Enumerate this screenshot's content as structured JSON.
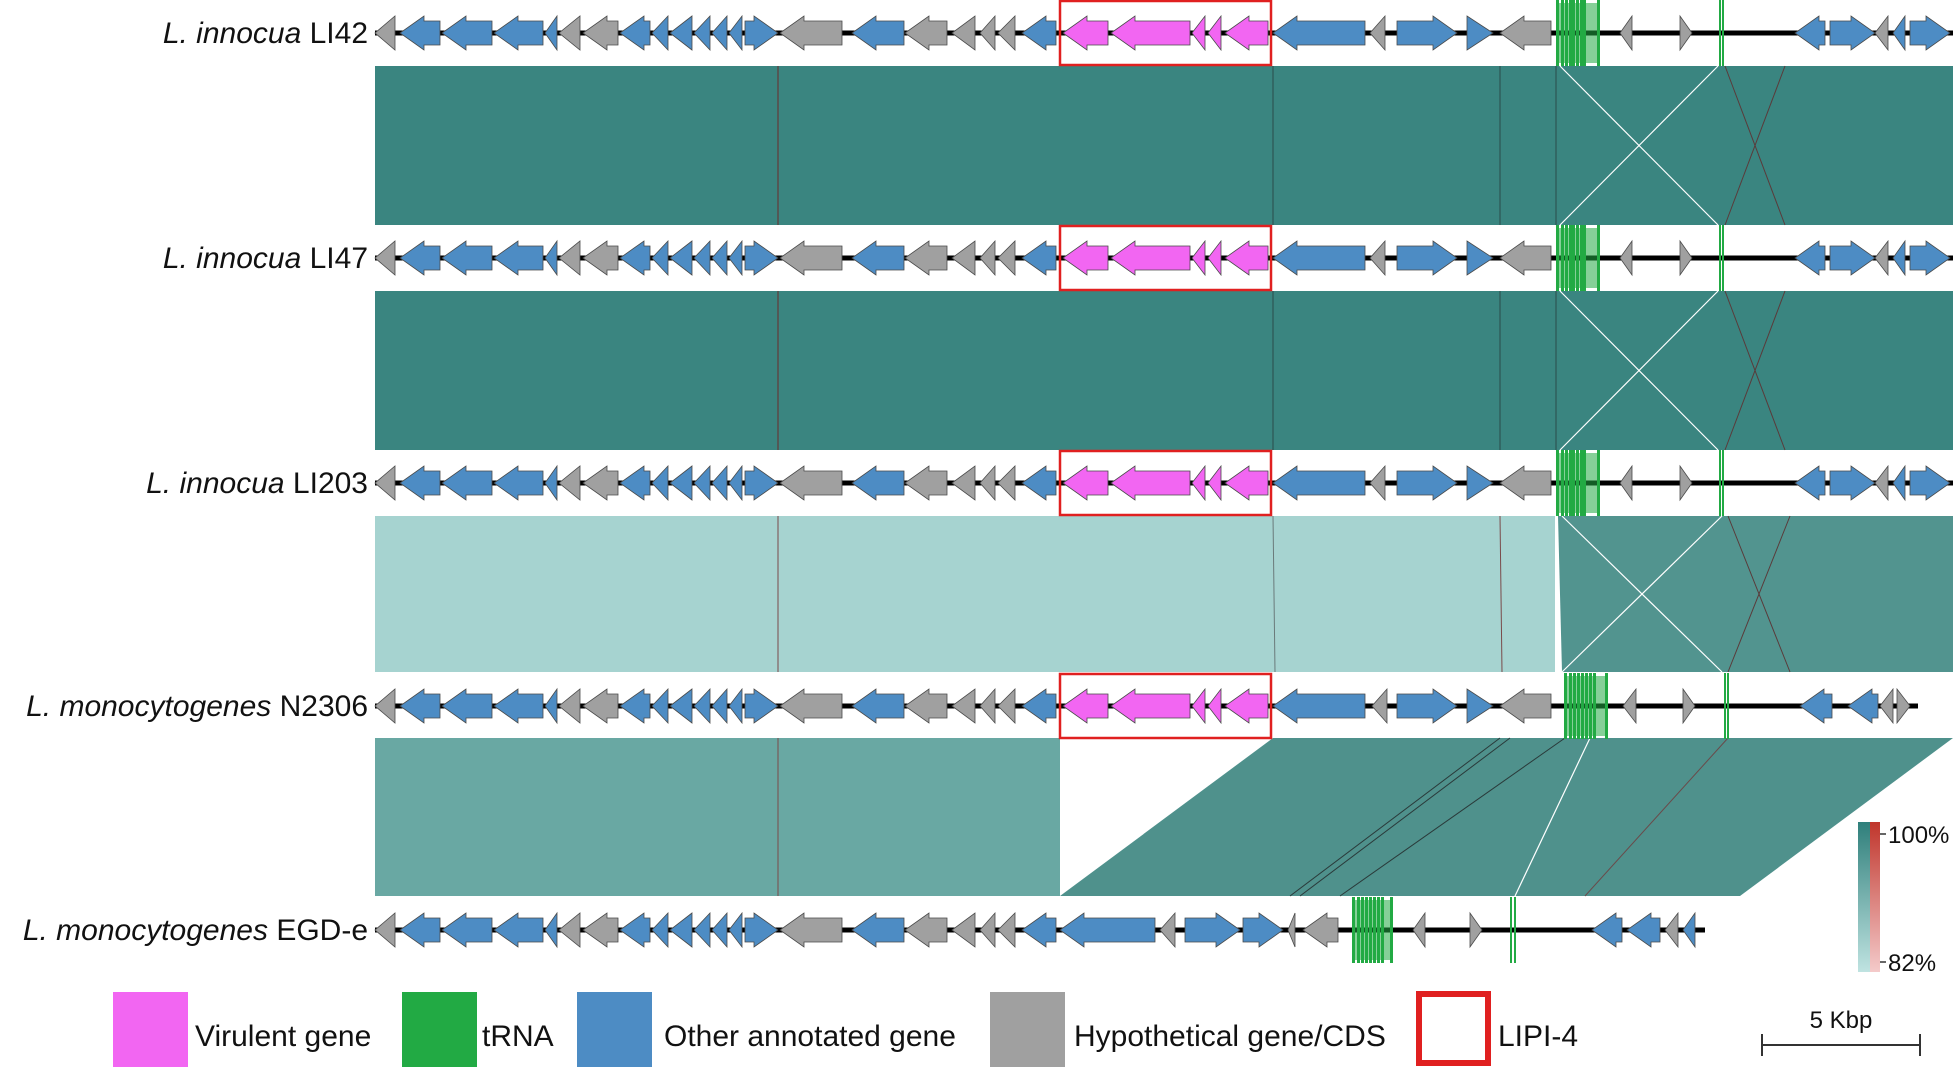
{
  "genomes": [
    {
      "genus": "L. innocua",
      "strain": "LI42"
    },
    {
      "genus": "L. innocua",
      "strain": "LI47"
    },
    {
      "genus": "L. innocua",
      "strain": "LI203"
    },
    {
      "genus": "L. monocytogenes",
      "strain": "N2306"
    },
    {
      "genus": "L. monocytogenes",
      "strain": "EGD-e"
    }
  ],
  "legend": {
    "virulent": "Virulent gene",
    "trna": "tRNA",
    "other": "Other annotated gene",
    "hypothetical": "Hypothetical gene/CDS",
    "lipi": "LIPI-4"
  },
  "identity_scale": {
    "max_label": "100%",
    "min_label": "82%"
  },
  "scale_bar": {
    "label": "5 Kbp"
  },
  "colors": {
    "virulent": "#f266f2",
    "trna": "#22aa44",
    "other": "#4d8cc4",
    "hypothetical": "#a0a0a0",
    "lipi_box": "#e02020",
    "scale_high": "#c0362c",
    "scale_teal": "#3a8580",
    "scale_low": "#f2c4c4"
  }
}
